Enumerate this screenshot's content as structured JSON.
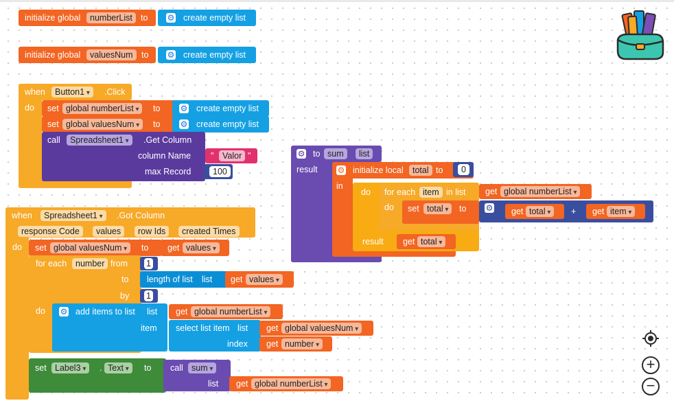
{
  "blocks": {
    "init_numberList": {
      "kw": "initialize global",
      "var": "numberList",
      "to": "to",
      "value": "create empty list"
    },
    "init_valuesNum": {
      "kw": "initialize global",
      "var": "valuesNum",
      "to": "to",
      "value": "create empty list"
    },
    "button_click": {
      "when": "when",
      "component": "Button1",
      "event": ".Click",
      "do": "do",
      "set1": {
        "kw": "set",
        "var": "global numberList",
        "to": "to",
        "value": "create empty list"
      },
      "set2": {
        "kw": "set",
        "var": "global valuesNum",
        "to": "to",
        "value": "create empty list"
      },
      "call": {
        "kw": "call",
        "component": "Spreadsheet1",
        "method": ".Get Column",
        "param1": "column Name",
        "param1_value": "Valor",
        "param2": "max Record",
        "param2_value": "100"
      }
    },
    "sum_proc": {
      "kw": "to",
      "name": "sum",
      "param": "list",
      "result": "result",
      "init_local": "initialize local",
      "local_var": "total",
      "to": "to",
      "init_value": "0",
      "in": "in",
      "do": "do",
      "for_each": "for each",
      "item": "item",
      "in_list": "in list",
      "get": "get",
      "list_var": "global numberList",
      "set": "set",
      "set_var": "total",
      "plus": "+",
      "get_total": "total",
      "get_item": "item",
      "result2": "result",
      "result_var": "total"
    },
    "got_column": {
      "when": "when",
      "component": "Spreadsheet1",
      "event": ".Got Column",
      "params": [
        "response Code",
        "values",
        "row Ids",
        "created Times"
      ],
      "do": "do",
      "set": "set",
      "set_var": "global valuesNum",
      "to": "to",
      "get": "get",
      "get_var": "values",
      "for_each": "for each",
      "loop_var": "number",
      "from": "from",
      "from_val": "1",
      "to2": "to",
      "length_of_list": "length of list",
      "list": "list",
      "len_var": "values",
      "by": "by",
      "by_val": "1",
      "do2": "do",
      "add_items": "add items to list",
      "add_list_label": "list",
      "add_list_var": "global numberList",
      "item_label": "item",
      "select_item": "select list item",
      "select_list_label": "list",
      "select_list_var": "global valuesNum",
      "index_label": "index",
      "index_var": "number",
      "set_label": {
        "kw": "set",
        "component": "Label3",
        "dot": ".",
        "prop": "Text",
        "to": "to",
        "call": "call",
        "proc": "sum",
        "list_label": "list",
        "list_var": "global numberList"
      }
    }
  },
  "icons": {
    "gear": "gear-icon",
    "backpack": "backpack-icon",
    "locate": "crosshair-icon",
    "zoom_in": "zoom-in-icon",
    "zoom_out": "zoom-out-icon"
  },
  "controls": {
    "zoom_in": "+",
    "zoom_out": "−"
  }
}
